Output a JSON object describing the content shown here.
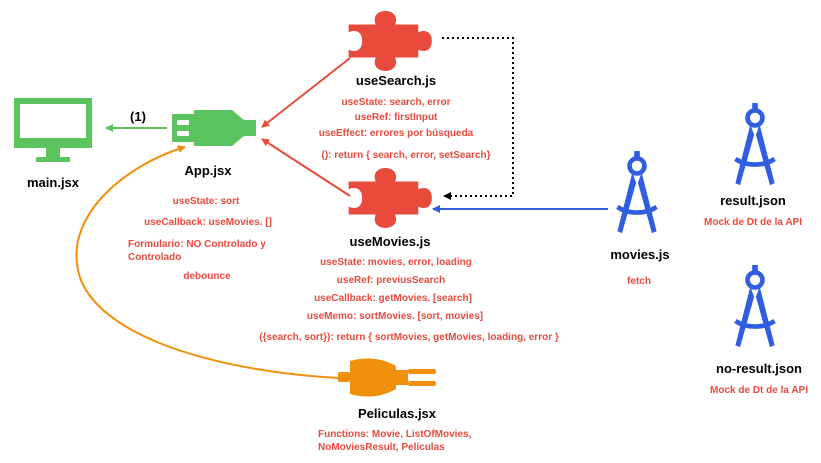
{
  "colors": {
    "red": "#e84b3c",
    "green": "#5cc45e",
    "blue": "#2f5fe0",
    "orange": "#f0900a",
    "black": "#000000"
  },
  "icons": {
    "main": "monitor-icon",
    "app": "usb-plug-icon",
    "useSearch": "puzzle-piece-icon",
    "useMovies": "puzzle-piece-icon",
    "movies": "compass-icon",
    "result": "compass-icon",
    "noResult": "compass-icon",
    "peliculas": "power-plug-icon"
  },
  "nodes": {
    "main": {
      "title": "main.jsx"
    },
    "app": {
      "title": "App.jsx",
      "notes": [
        "useState: sort",
        "useCallback: useMovies. []",
        "Formulario: NO Controlado y Controlado",
        "debounce"
      ]
    },
    "useSearch": {
      "title": "useSearch.js",
      "notes": [
        "useState: search, error",
        "useRef: firstInput",
        "useEffect: errores por búsqueda",
        "():  return { search, error, setSearch}"
      ]
    },
    "useMovies": {
      "title": "useMovies.js",
      "notes": [
        "useState: movies, error, loading",
        "useRef: previusSearch",
        "useCallback: getMovies.  [search]",
        "useMemo: sortMovies.  [sort, movies]",
        "({search, sort}):  return { sortMovies, getMovies, loading, error }"
      ]
    },
    "movies": {
      "title": "movies.js",
      "notes": [
        "fetch"
      ]
    },
    "result": {
      "title": "result.json",
      "notes": [
        "Mock de Dt de la API"
      ]
    },
    "noResult": {
      "title": "no-result.json",
      "notes": [
        "Mock de Dt de la API"
      ]
    },
    "peliculas": {
      "title": "Peliculas.jsx",
      "notes": [
        "Functions: Movie, ListOfMovies, NoMoviesResult, Películas"
      ]
    }
  },
  "edges": {
    "appToMain": {
      "label": "(1)"
    }
  }
}
